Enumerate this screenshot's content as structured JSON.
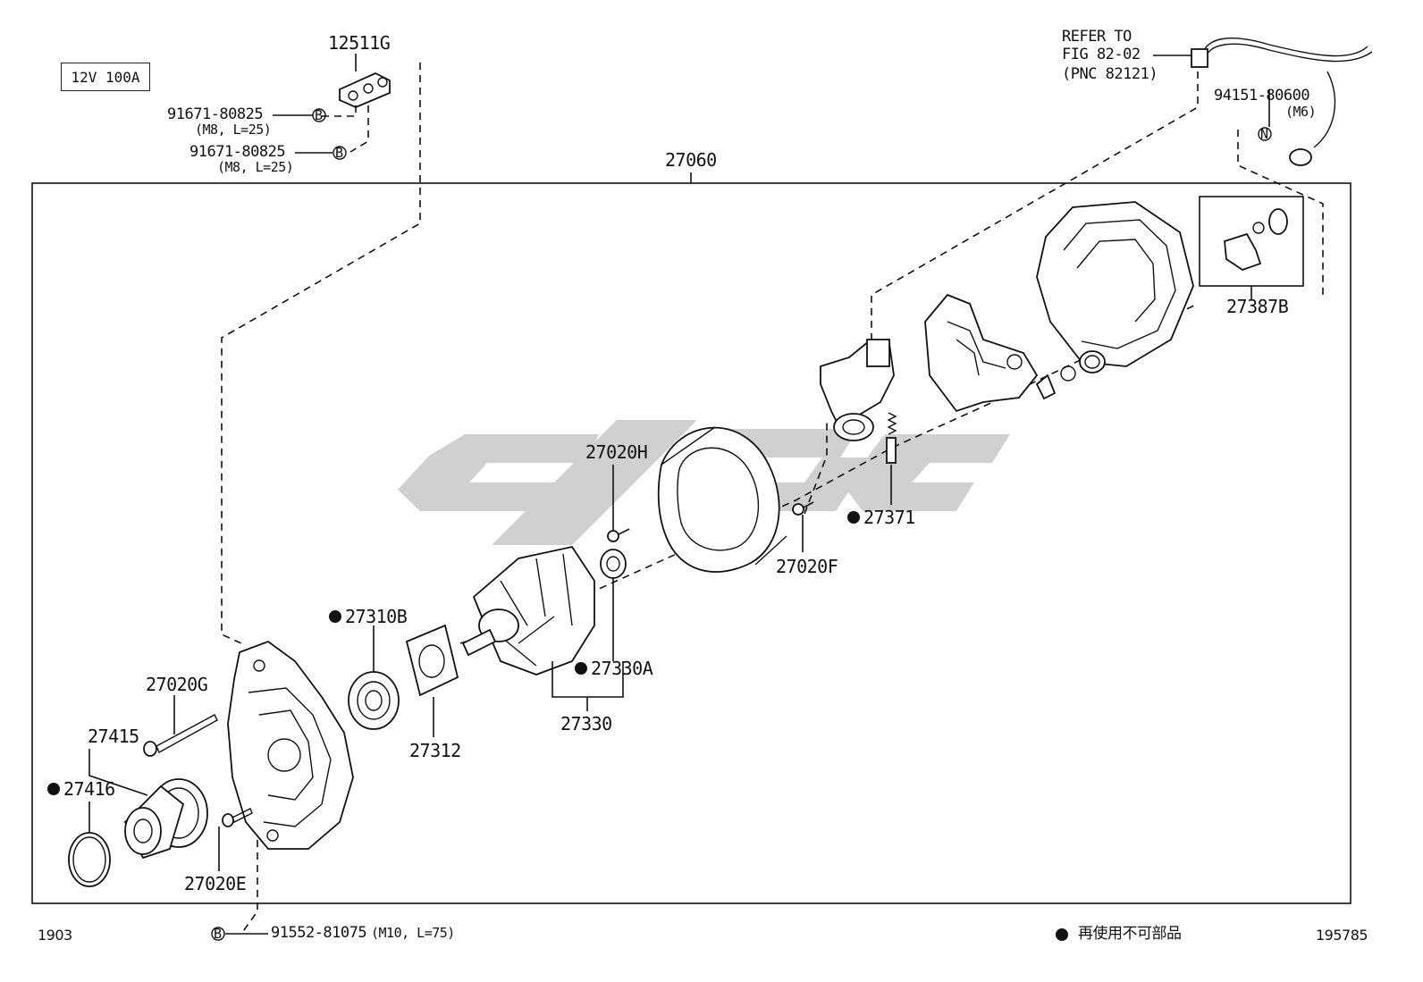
{
  "spec": "12V 100A",
  "assembly_number": "27060",
  "refer": {
    "line1": "REFER TO",
    "line2": "FIG 82-02",
    "line3": "(PNC 82121)"
  },
  "parts": {
    "p12511G": "12511G",
    "p91671_a": "91671-80825",
    "p91671_a_spec": "(M8, L=25)",
    "p91671_b": "91671-80825",
    "p91671_b_spec": "(M8, L=25)",
    "p94151": "94151-80600",
    "p94151_spec": "(M6)",
    "p27387B": "27387B",
    "p27020H": "27020H",
    "p27371": "27371",
    "p27020F": "27020F",
    "p27310B": "27310B",
    "p27330A": "27330A",
    "p27330": "27330",
    "p27312": "27312",
    "p27020G": "27020G",
    "p27415": "27415",
    "p27416": "27416",
    "p27020E": "27020E",
    "p91552": "91552-81075",
    "p91552_spec": "(M10, L=75)"
  },
  "symbols": {
    "bolt_B": "B",
    "nut_N": "N"
  },
  "footer": {
    "left_code": "1903",
    "legend_text": "再使用不可部品",
    "right_code": "195785"
  }
}
